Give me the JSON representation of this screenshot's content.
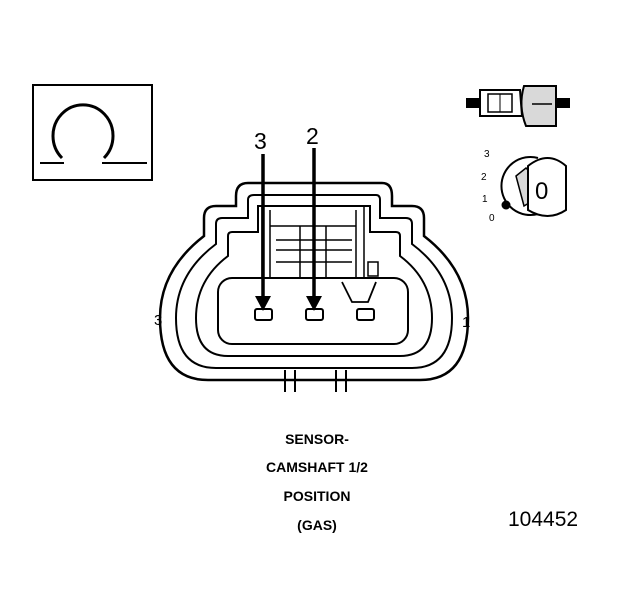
{
  "symbol": {
    "name": "ohm-symbol-icon"
  },
  "callouts": {
    "terminal_a": "3",
    "terminal_b": "2"
  },
  "side_labels": {
    "left": "3",
    "right": "1"
  },
  "locator": {
    "scale_labels": [
      "3",
      "2",
      "1",
      "0"
    ],
    "knob_label": "0"
  },
  "caption": {
    "line1": "SENSOR-",
    "line2": "CAMSHAFT 1/2",
    "line3": "POSITION",
    "line4": "(GAS)"
  },
  "figure_number": "104452",
  "colors": {
    "ink": "#000000",
    "paper": "#ffffff",
    "shade": "#d9d9d9"
  }
}
